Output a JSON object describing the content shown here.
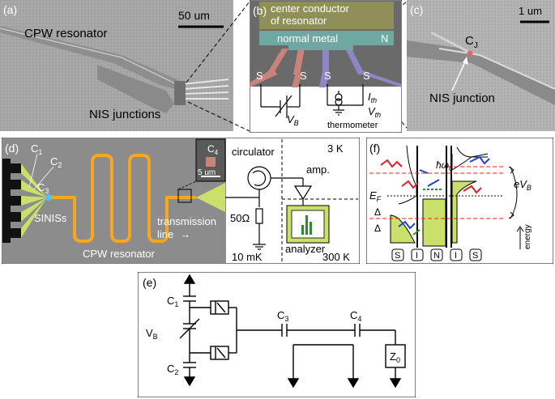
{
  "panel_a": {
    "label": "(a)",
    "scale": "50 um",
    "resonator": "CPW resonator",
    "junctions": "NIS junctions"
  },
  "panel_b": {
    "label": "(b)",
    "center_conductor_1": "center conductor",
    "center_conductor_2": "of resonator",
    "normal_metal": "normal metal",
    "n": "N",
    "s": "S",
    "vb": "V",
    "vb_sub": "B",
    "ith": "I",
    "ith_sub": "th",
    "vth": "V",
    "vth_sub": "th",
    "thermometer": "thermometer"
  },
  "panel_c": {
    "label": "(c)",
    "scale": "1 um",
    "cj": "C",
    "cj_sub": "J",
    "nis": "NIS junction"
  },
  "panel_d": {
    "label": "(d)",
    "c1": "C",
    "c1_sub": "1",
    "c2": "C",
    "c2_sub": "2",
    "c3": "C",
    "c3_sub": "3",
    "sinis": "SINISs",
    "c4": "C",
    "c4_sub": "4",
    "inset_scale": "5 um",
    "resonator": "CPW resonator",
    "tline_1": "transmission",
    "tline_2": "line",
    "arrow": "→",
    "circulator": "circulator",
    "amp": "amp.",
    "t3k": "3 K",
    "r50": "50Ω",
    "t10mk": "10 mK",
    "analyzer": "analyzer",
    "t300k": "300 K"
  },
  "panel_f": {
    "label": "(f)",
    "hw": "ħω",
    "hw_sub": "0",
    "ev": "eV",
    "ev_sub": "B",
    "ef": "E",
    "ef_sub": "F",
    "delta": "Δ",
    "energy": "energy",
    "layers": [
      "S",
      "I",
      "N",
      "I",
      "S"
    ]
  },
  "panel_e": {
    "label": "(e)",
    "c1": "C",
    "c1_sub": "1",
    "c2": "C",
    "c2_sub": "2",
    "vb": "V",
    "vb_sub": "B",
    "c3": "C",
    "c3_sub": "3",
    "c4": "C",
    "c4_sub": "4",
    "z0": "Z",
    "z0_sub": "0"
  },
  "colors": {
    "sem_gray": "#a8a8a8",
    "resonator_orange": "#f5a623",
    "green_sinis": "#c9e06a",
    "lead_red": "#c9837b",
    "lead_blue": "#8f86c7",
    "normal_teal": "#6fa8a0",
    "photon_red": "#e02020",
    "photon_blue": "#2040d0",
    "photon_green": "#2e8b2e"
  }
}
